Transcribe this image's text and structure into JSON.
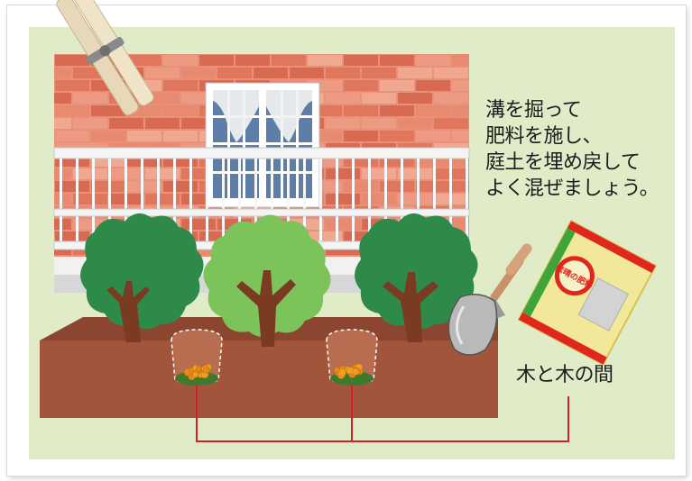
{
  "instruction": {
    "lines": [
      "溝を掘って",
      "肥料を施し、",
      "庭土を埋め戻して",
      "よく混ぜましょう。"
    ]
  },
  "between_trees_label": "木と木の間",
  "fertilizer_bag_label": "素晴の肥料",
  "colors": {
    "panel_background": "#e0ebc8",
    "brick": "#e07a5f",
    "soil": "#a3553b",
    "tree_dark": "#2e8a48",
    "tree_light": "#7cc35a",
    "guide_line": "#d42020",
    "fertilizer": "#f0a020",
    "bag": "#f2e89a"
  },
  "icons": [
    "clothespin-icon",
    "shovel-icon",
    "fertilizer-bag-icon"
  ]
}
